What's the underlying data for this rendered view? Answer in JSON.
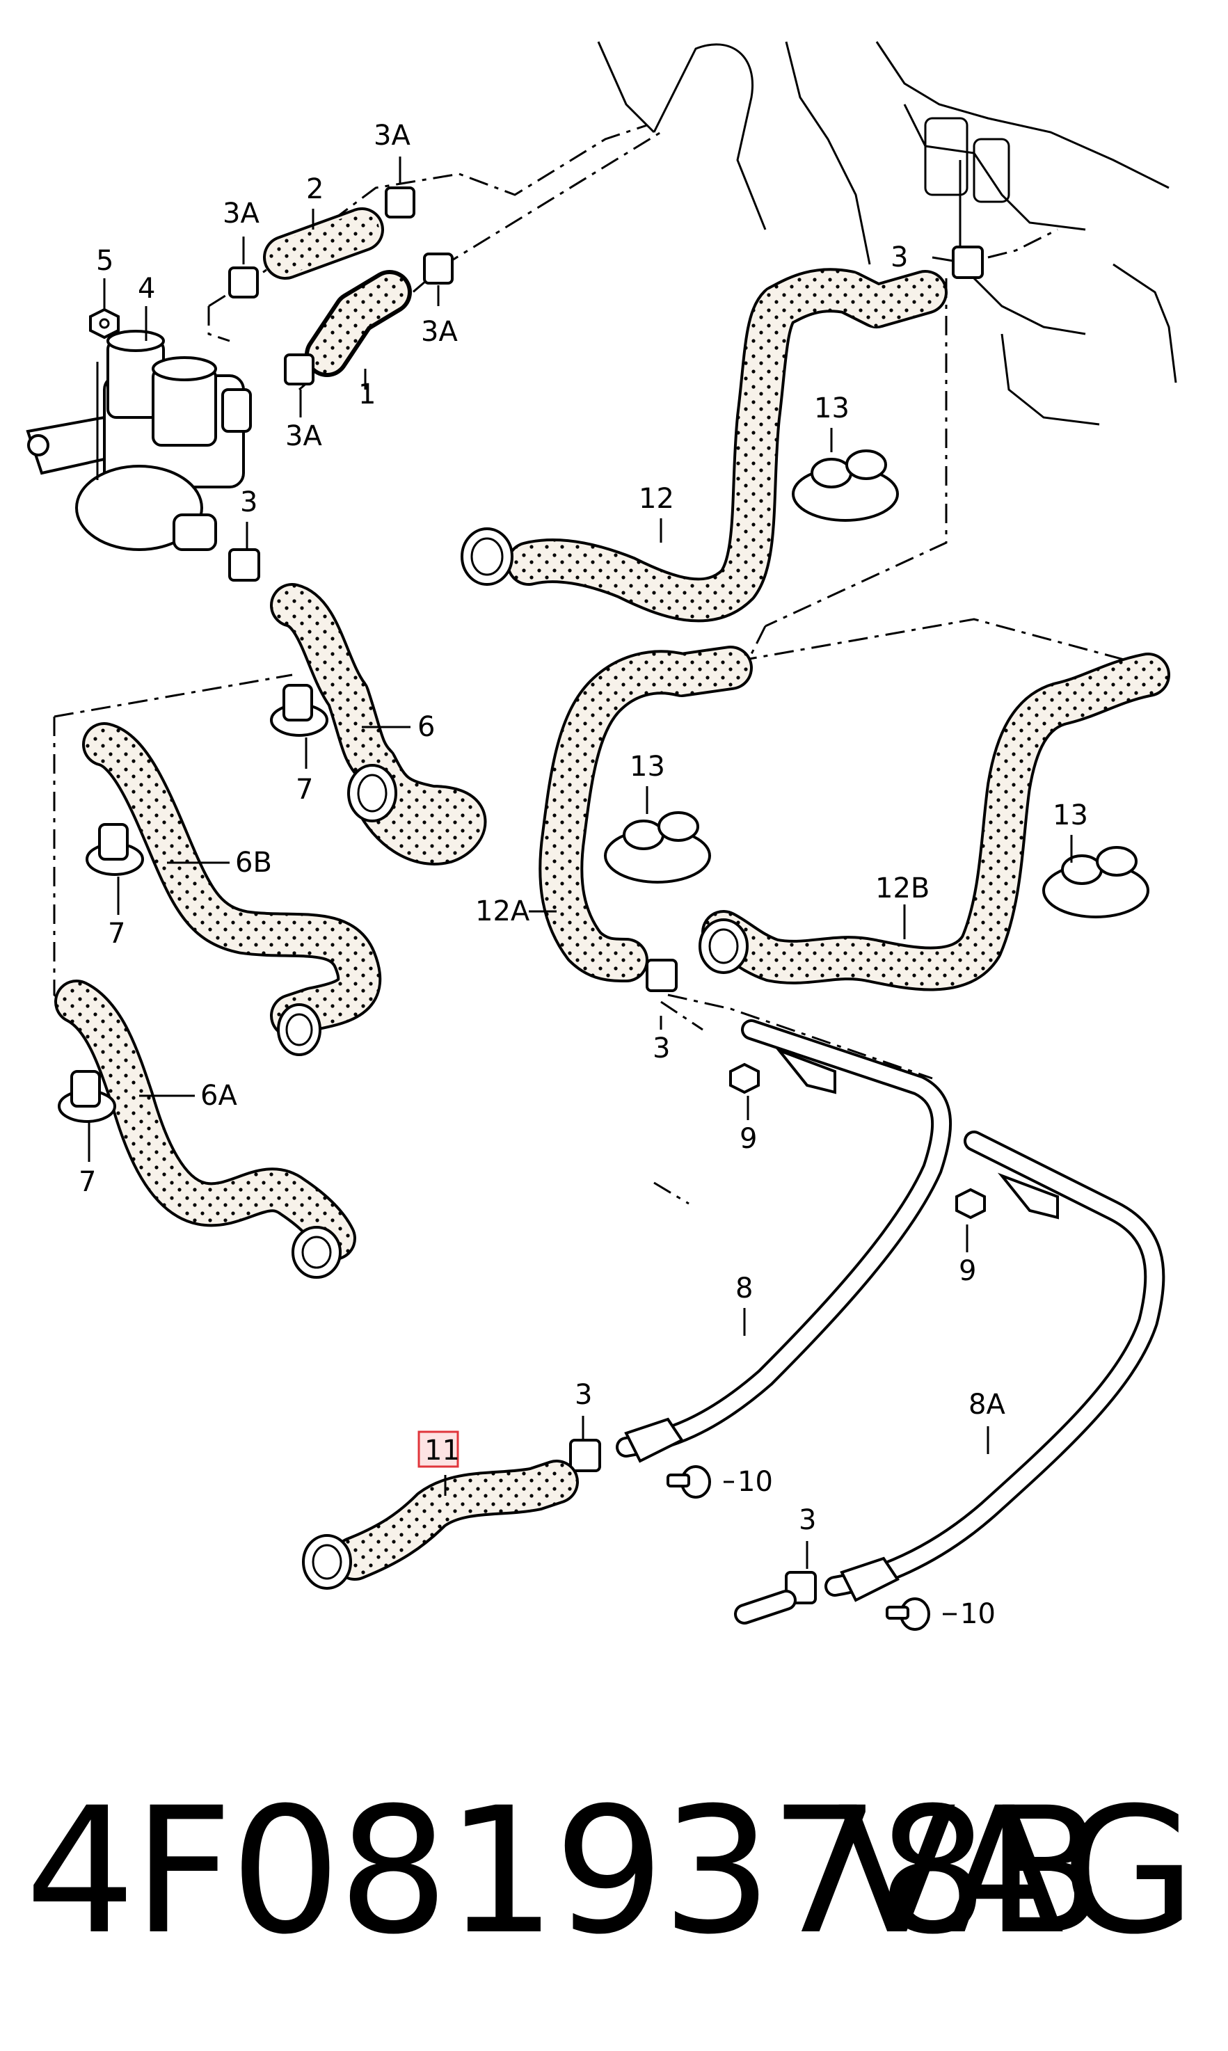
{
  "callouts": {
    "c1": "1",
    "c2": "2",
    "c3a_1": "3A",
    "c3a_2": "3A",
    "c3a_3": "3A",
    "c3a_4": "3A",
    "c3_1": "3",
    "c3_2": "3",
    "c3_3": "3",
    "c3_4": "3",
    "c3_5": "3",
    "c4": "4",
    "c5": "5",
    "c6": "6",
    "c6a": "6A",
    "c6b": "6B",
    "c7_1": "7",
    "c7_2": "7",
    "c7_3": "7",
    "c8": "8",
    "c8a": "8A",
    "c9_1": "9",
    "c9_2": "9",
    "c10_1": "10",
    "c10_2": "10",
    "c11": "11",
    "c12": "12",
    "c12a": "12A",
    "c12b": "12B",
    "c13_1": "13",
    "c13_2": "13",
    "c13_3": "13"
  },
  "highlight_color": "#e0353b",
  "footer": {
    "part_number": "4F0819378B",
    "brand": "VAG"
  }
}
